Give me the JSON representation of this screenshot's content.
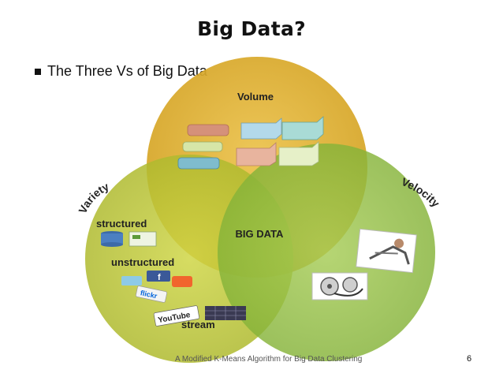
{
  "slide": {
    "title": "Big Data?",
    "bullet": "The Three Vs of Big Data",
    "footer": "A Modified K-Means Algorithm  for Big Data Clustering",
    "page_number": "6"
  },
  "diagram": {
    "circles": {
      "volume": {
        "label": "Volume",
        "color": "#d9ab2a"
      },
      "variety": {
        "label": "Variety",
        "color": "#b9c434"
      },
      "velocity": {
        "label": "Velocity",
        "color": "#8cbb3c"
      }
    },
    "center_label": "BIG DATA",
    "variety_items": {
      "structured": "structured",
      "unstructured": "unstructured",
      "stream": "stream"
    },
    "icons": {
      "youtube": "YouTube",
      "flickr": "flickr",
      "facebook": "f"
    }
  }
}
